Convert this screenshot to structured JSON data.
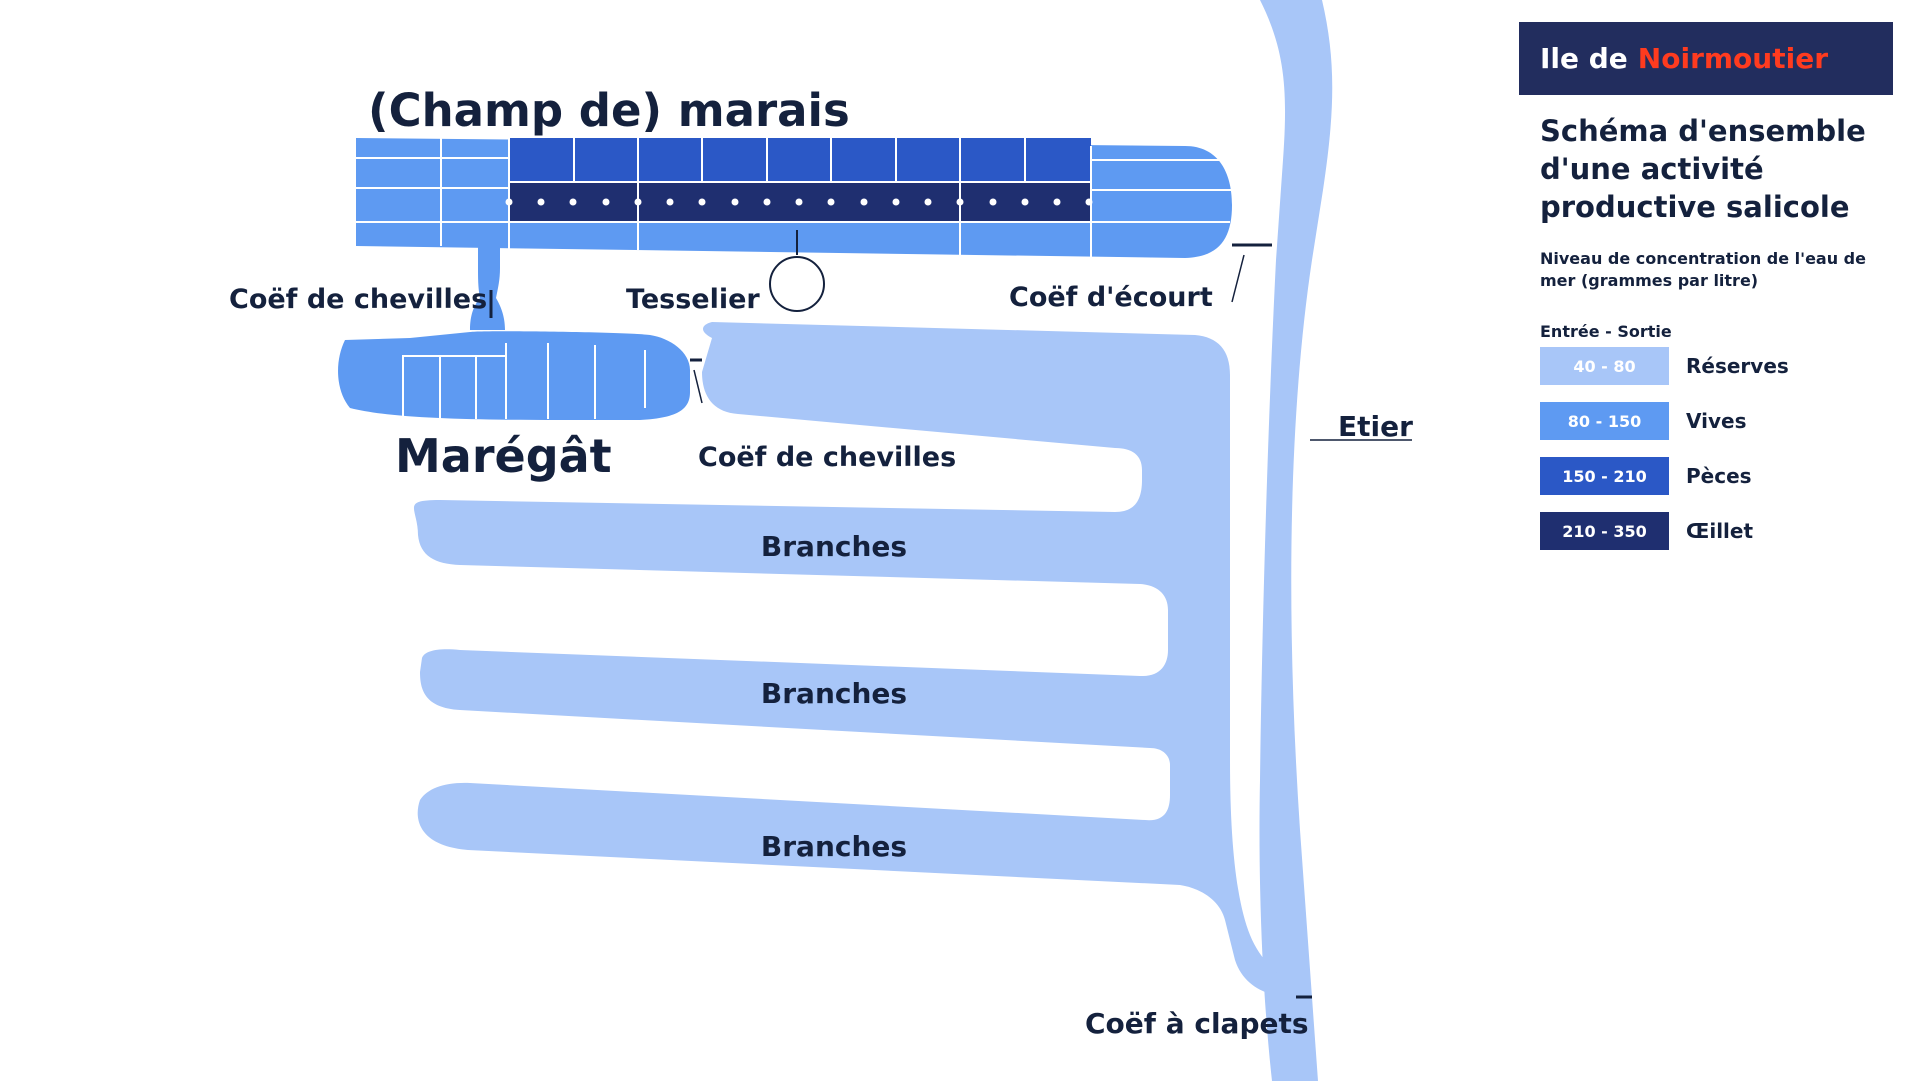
{
  "colors": {
    "reserves": "#a8c6f8",
    "vives": "#5e9af2",
    "peces": "#2b58c6",
    "oeillet": "#1f2f70",
    "title_bg": "#222d5e",
    "accent": "#ff3b1f",
    "text": "#14213d"
  },
  "diagram": {
    "champ_label": "(Champ de) marais",
    "maregat_label": "Marégât",
    "coef_chevilles_top": "Coëf de chevilles",
    "tesselier": "Tesselier",
    "coef_ecourt": "Coëf d'écourt",
    "coef_chevilles_mid": "Coëf de chevilles",
    "etier": "Etier",
    "branches": [
      "Branches",
      "Branches",
      "Branches"
    ],
    "coef_clapets": "Coëf à clapets"
  },
  "panel": {
    "title_prefix": "Ile de",
    "title_accent": "Noirmoutier",
    "subtitle_lines": [
      "Schéma d'ensemble",
      "d'une activité",
      "productive salicole"
    ],
    "description": "Niveau de concentration de l'eau de mer (grammes par litre)",
    "io_label": "Entrée - Sortie",
    "legend": [
      {
        "range": "40 - 80",
        "label": "Réserves"
      },
      {
        "range": "80 - 150",
        "label": "Vives"
      },
      {
        "range": "150 - 210",
        "label": "Pèces"
      },
      {
        "range": "210 - 350",
        "label": "Œillet"
      }
    ]
  }
}
